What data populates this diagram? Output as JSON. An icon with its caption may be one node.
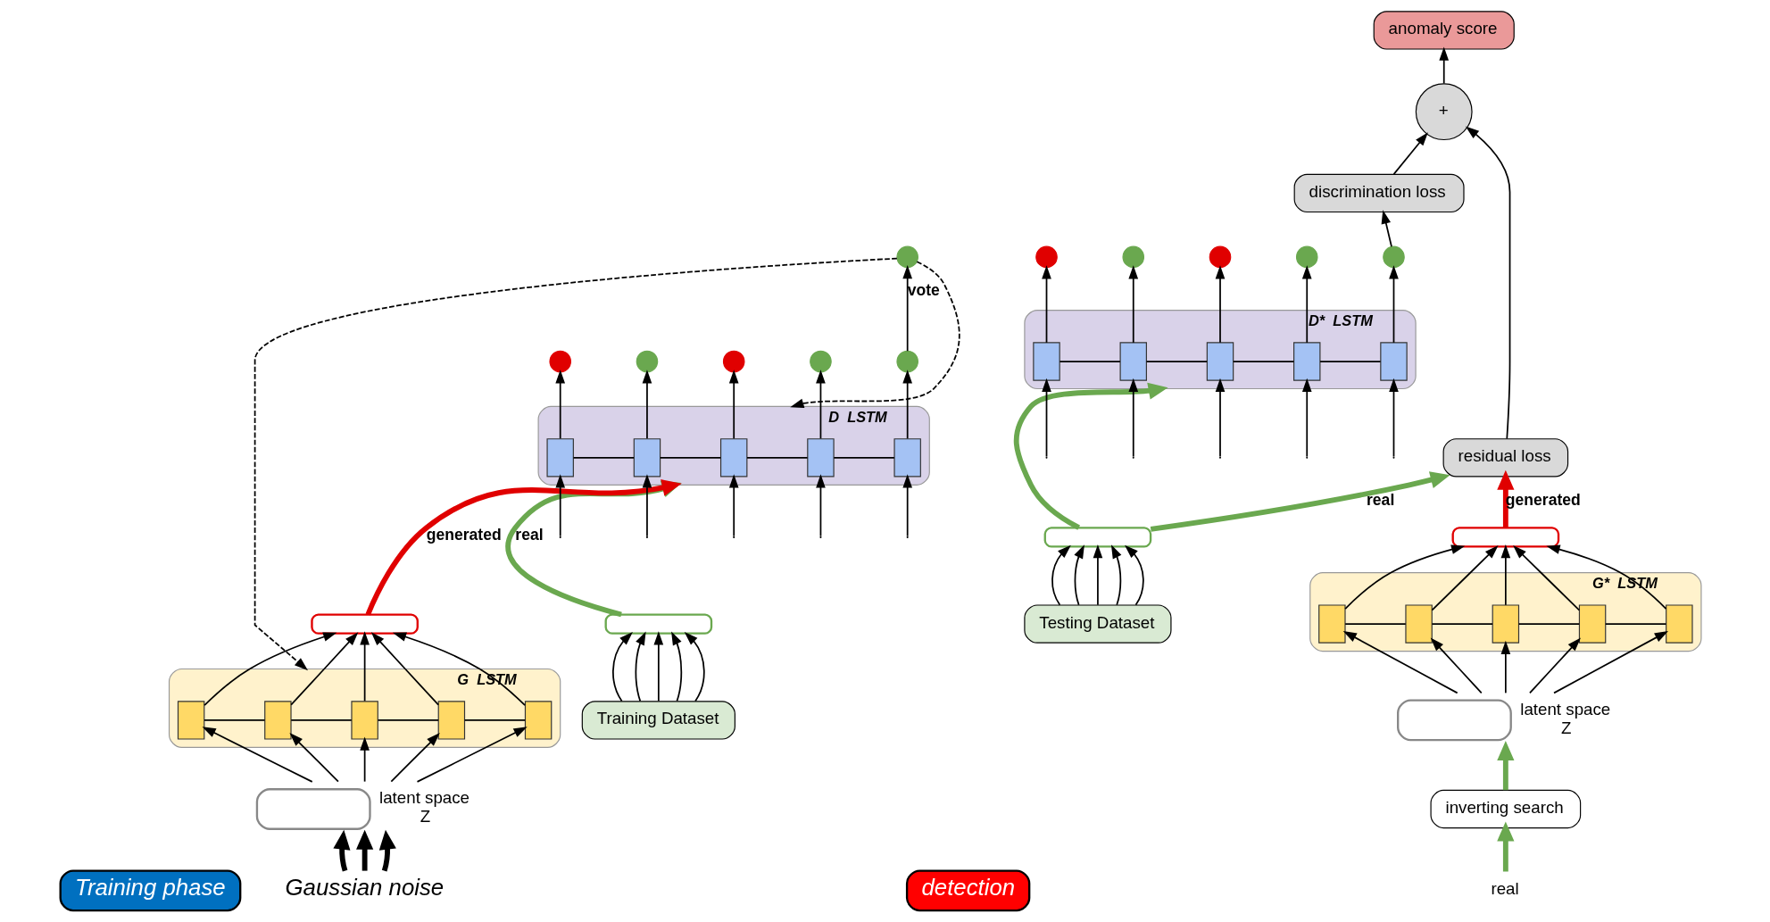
{
  "diagram": {
    "nodes": [
      {
        "text": [
          "Training phase"
        ]
      },
      {
        "text": [
          "D",
          "LSTM"
        ]
      },
      {
        "text": [],
        "shape": "box",
        "in": 1
      },
      {
        "text": [],
        "shape": "box",
        "in": 1
      },
      {
        "text": [],
        "shape": "box",
        "in": 1
      },
      {
        "text": [],
        "shape": "box",
        "in": 1
      },
      {
        "text": [],
        "shape": "box",
        "in": 1
      },
      {
        "text": [],
        "shape": "circle"
      },
      {
        "text": [],
        "shape": "circle"
      },
      {
        "text": [],
        "shape": "circle"
      },
      {
        "text": [],
        "shape": "circle"
      },
      {
        "text": [],
        "shape": "circle"
      },
      {
        "text": [],
        "shape": "circle"
      },
      {
        "text": [
          "Training Dataset"
        ]
      },
      {
        "text": [],
        "shape": "curve"
      },
      {
        "text": [
          "G",
          "LSTM"
        ]
      },
      {
        "text": [],
        "shape": "box",
        "in": 15
      },
      {
        "text": [],
        "shape": "box",
        "in": 15
      },
      {
        "text": [],
        "shape": "box",
        "in": 15
      },
      {
        "text": [],
        "shape": "box",
        "in": 15
      },
      {
        "text": [],
        "shape": "box",
        "in": 15
      },
      {
        "text": [],
        "shape": "curve"
      },
      {
        "text": [],
        "shape": "curve",
        "beside": [
          "latent space",
          "Z"
        ]
      },
      {
        "text": [
          "Gaussian noise"
        ]
      },
      {
        "text": [
          "detection"
        ]
      },
      {
        "text": [
          "D*",
          "LSTM"
        ]
      },
      {
        "text": [],
        "shape": "box",
        "in": 25
      },
      {
        "text": [],
        "shape": "box",
        "in": 25
      },
      {
        "text": [],
        "shape": "box",
        "in": 25
      },
      {
        "text": [],
        "shape": "box",
        "in": 25
      },
      {
        "text": [],
        "shape": "box",
        "in": 25
      },
      {
        "text": [],
        "shape": "circle"
      },
      {
        "text": [],
        "shape": "circle"
      },
      {
        "text": [],
        "shape": "circle"
      },
      {
        "text": [],
        "shape": "circle"
      },
      {
        "text": [],
        "shape": "circle"
      },
      {
        "text": [
          "discrimination loss"
        ]
      },
      {
        "text": [
          "+"
        ]
      },
      {
        "text": [
          "anomaly score"
        ]
      },
      {
        "text": [
          "residual loss"
        ]
      },
      {
        "text": [],
        "shape": "curve"
      },
      {
        "text": [
          "Testing Dataset"
        ]
      },
      {
        "text": [
          "G*",
          "LSTM"
        ]
      },
      {
        "text": [],
        "shape": "box",
        "in": 42
      },
      {
        "text": [],
        "shape": "box",
        "in": 42
      },
      {
        "text": [],
        "shape": "box",
        "in": 42
      },
      {
        "text": [],
        "shape": "box",
        "in": 42
      },
      {
        "text": [],
        "shape": "box",
        "in": 42
      },
      {
        "text": [],
        "shape": "curve"
      },
      {
        "text": [
          "real"
        ]
      },
      {
        "text": [
          "inverting search"
        ]
      },
      {
        "text": [],
        "shape": "curve",
        "beside": [
          "latent space",
          "Z"
        ]
      }
    ],
    "edges": [
      {
        "from": null,
        "to": 2,
        "arrow": "to"
      },
      {
        "from": null,
        "to": 3,
        "arrow": "to"
      },
      {
        "from": null,
        "to": 4,
        "arrow": "to"
      },
      {
        "from": null,
        "to": 5,
        "arrow": "to"
      },
      {
        "from": null,
        "to": 6,
        "arrow": "to"
      },
      {
        "from": 2,
        "to": 3,
        "arrow": "none"
      },
      {
        "from": 3,
        "to": 4,
        "arrow": "none"
      },
      {
        "from": 4,
        "to": 5,
        "arrow": "none"
      },
      {
        "from": 5,
        "to": 6,
        "arrow": "none"
      },
      {
        "from": 2,
        "to": 7,
        "arrow": "to"
      },
      {
        "from": 3,
        "to": 8,
        "arrow": "to"
      },
      {
        "from": 4,
        "to": 9,
        "arrow": "to"
      },
      {
        "from": 5,
        "to": 10,
        "arrow": "to"
      },
      {
        "from": 6,
        "to": 11,
        "arrow": "to"
      },
      {
        "from": 11,
        "to": 12,
        "label": "vote",
        "arrow": "to"
      },
      {
        "from": 12,
        "to": 1,
        "arrow": "to",
        "style": "dashed"
      },
      {
        "from": 12,
        "to": 15,
        "arrow": "to",
        "style": "dashed"
      },
      {
        "from": 14,
        "to": 1,
        "label": "real",
        "arrow": "to",
        "style": "thick",
        "color": "#6aa84f"
      },
      {
        "from": 21,
        "to": 1,
        "label": "generated",
        "arrow": "to",
        "style": "thick",
        "color": "#e00000"
      },
      {
        "from": 13,
        "to": 14,
        "arrow": "to"
      },
      {
        "from": 13,
        "to": 14,
        "arrow": "to"
      },
      {
        "from": 13,
        "to": 14,
        "arrow": "to"
      },
      {
        "from": 13,
        "to": 14,
        "arrow": "to"
      },
      {
        "from": 13,
        "to": 14,
        "arrow": "to"
      },
      {
        "from": 16,
        "to": 17,
        "arrow": "none"
      },
      {
        "from": 17,
        "to": 18,
        "arrow": "none"
      },
      {
        "from": 18,
        "to": 19,
        "arrow": "none"
      },
      {
        "from": 19,
        "to": 20,
        "arrow": "none"
      },
      {
        "from": 16,
        "to": 21,
        "arrow": "to"
      },
      {
        "from": 17,
        "to": 21,
        "arrow": "to"
      },
      {
        "from": 18,
        "to": 21,
        "arrow": "to"
      },
      {
        "from": 19,
        "to": 21,
        "arrow": "to"
      },
      {
        "from": 20,
        "to": 21,
        "arrow": "to"
      },
      {
        "from": 22,
        "to": 16,
        "arrow": "to"
      },
      {
        "from": 22,
        "to": 17,
        "arrow": "to"
      },
      {
        "from": 22,
        "to": 18,
        "arrow": "to"
      },
      {
        "from": 22,
        "to": 19,
        "arrow": "to"
      },
      {
        "from": 22,
        "to": 20,
        "arrow": "to"
      },
      {
        "from": 23,
        "to": 22,
        "arrow": "to",
        "style": "thick"
      },
      {
        "from": 23,
        "to": 22,
        "arrow": "to",
        "style": "thick"
      },
      {
        "from": 23,
        "to": 22,
        "arrow": "to",
        "style": "thick"
      },
      {
        "from": null,
        "to": 26,
        "arrow": "to"
      },
      {
        "from": null,
        "to": 27,
        "arrow": "to"
      },
      {
        "from": null,
        "to": 28,
        "arrow": "to"
      },
      {
        "from": null,
        "to": 29,
        "arrow": "to"
      },
      {
        "from": null,
        "to": 30,
        "arrow": "to"
      },
      {
        "from": 26,
        "to": 27,
        "arrow": "none"
      },
      {
        "from": 27,
        "to": 28,
        "arrow": "none"
      },
      {
        "from": 28,
        "to": 29,
        "arrow": "none"
      },
      {
        "from": 29,
        "to": 30,
        "arrow": "none"
      },
      {
        "from": 26,
        "to": 31,
        "arrow": "to"
      },
      {
        "from": 27,
        "to": 32,
        "arrow": "to"
      },
      {
        "from": 28,
        "to": 33,
        "arrow": "to"
      },
      {
        "from": 29,
        "to": 34,
        "arrow": "to"
      },
      {
        "from": 30,
        "to": 35,
        "arrow": "to"
      },
      {
        "from": 35,
        "to": 36,
        "arrow": "to"
      },
      {
        "from": 36,
        "to": 37,
        "arrow": "to"
      },
      {
        "from": 39,
        "to": 37,
        "arrow": "to"
      },
      {
        "from": 37,
        "to": 38,
        "arrow": "to"
      },
      {
        "from": 40,
        "to": 25,
        "arrow": "to",
        "style": "thick",
        "color": "#6aa84f"
      },
      {
        "from": 40,
        "to": 39,
        "label": "real",
        "arrow": "to",
        "style": "thick",
        "color": "#6aa84f"
      },
      {
        "from": 48,
        "to": 39,
        "label": "generated",
        "arrow": "to",
        "style": "thick",
        "color": "#e00000"
      },
      {
        "from": 41,
        "to": 40,
        "arrow": "to"
      },
      {
        "from": 41,
        "to": 40,
        "arrow": "to"
      },
      {
        "from": 41,
        "to": 40,
        "arrow": "to"
      },
      {
        "from": 41,
        "to": 40,
        "arrow": "to"
      },
      {
        "from": 41,
        "to": 40,
        "arrow": "to"
      },
      {
        "from": 43,
        "to": 44,
        "arrow": "none"
      },
      {
        "from": 44,
        "to": 45,
        "arrow": "none"
      },
      {
        "from": 45,
        "to": 46,
        "arrow": "none"
      },
      {
        "from": 46,
        "to": 47,
        "arrow": "none"
      },
      {
        "from": 43,
        "to": 48,
        "arrow": "to"
      },
      {
        "from": 44,
        "to": 48,
        "arrow": "to"
      },
      {
        "from": 45,
        "to": 48,
        "arrow": "to"
      },
      {
        "from": 46,
        "to": 48,
        "arrow": "to"
      },
      {
        "from": 47,
        "to": 48,
        "arrow": "to"
      },
      {
        "from": 51,
        "to": 43,
        "arrow": "to"
      },
      {
        "from": 51,
        "to": 44,
        "arrow": "to"
      },
      {
        "from": 51,
        "to": 45,
        "arrow": "to"
      },
      {
        "from": 51,
        "to": 46,
        "arrow": "to"
      },
      {
        "from": 51,
        "to": 47,
        "arrow": "to"
      },
      {
        "from": 49,
        "to": 50,
        "arrow": "to",
        "style": "thick",
        "color": "#6aa84f"
      },
      {
        "from": 50,
        "to": 51,
        "arrow": "to",
        "style": "thick",
        "color": "#6aa84f"
      }
    ]
  }
}
